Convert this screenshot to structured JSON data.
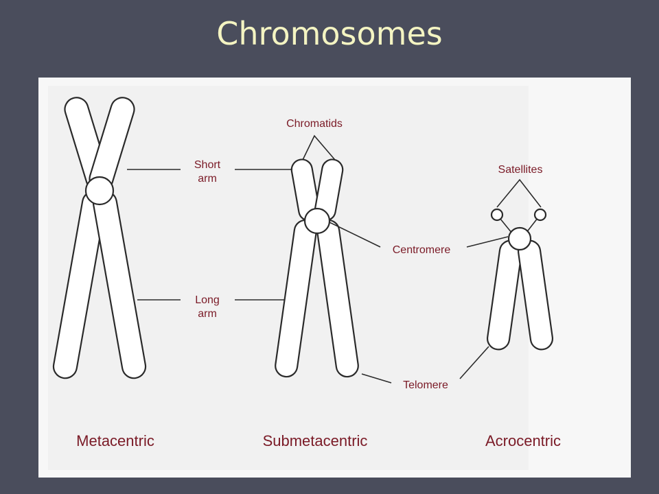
{
  "slide": {
    "title": "Chromosomes",
    "background_color": "#4a4d5c",
    "title_color": "#f4f4c2",
    "label_color": "#7a1a26"
  },
  "diagram": {
    "labels": {
      "short_arm_line1": "Short",
      "short_arm_line2": "arm",
      "long_arm_line1": "Long",
      "long_arm_line2": "arm",
      "chromatids": "Chromatids",
      "centromere": "Centromere",
      "telomere": "Telomere",
      "satellites": "Satellites"
    },
    "captions": {
      "metacentric": "Metacentric",
      "submetacentric": "Submetacentric",
      "acrocentric": "Acrocentric"
    }
  }
}
